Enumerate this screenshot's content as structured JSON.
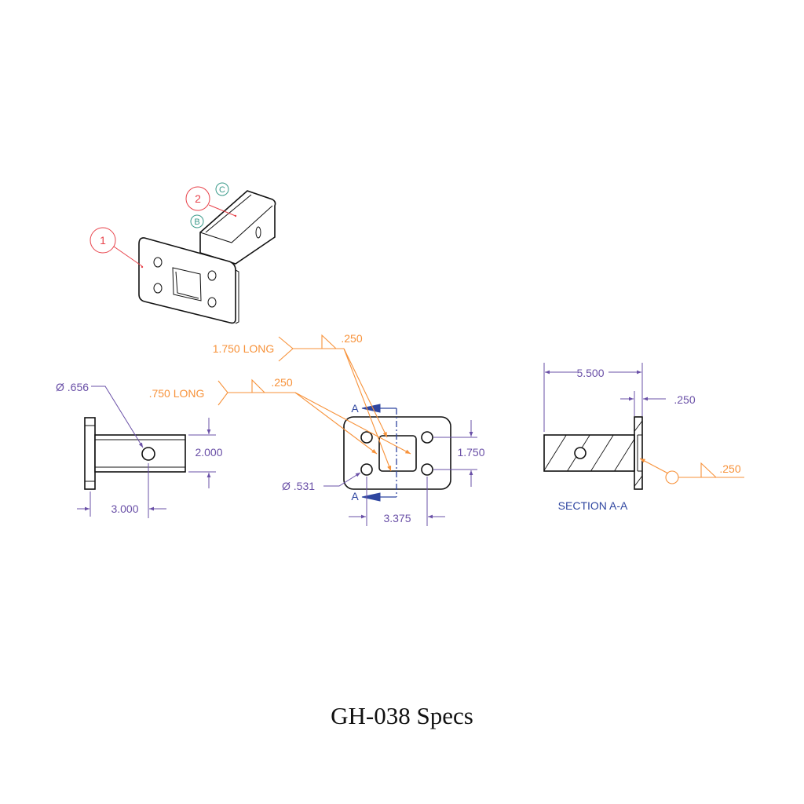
{
  "title": "GH-038 Specs",
  "isometric_view": {
    "balloons": [
      "1",
      "2"
    ],
    "datum_refs": [
      "C",
      "B"
    ]
  },
  "side_view": {
    "hole_diameter": "Ø .656",
    "height_dim": "2.000",
    "hole_offset_dim": "3.000"
  },
  "front_view": {
    "hole_diameter": "Ø .531",
    "hole_vertical_spacing": "1.750",
    "hole_horizontal_spacing": "3.375",
    "section_labels": [
      "A",
      "A"
    ]
  },
  "welds": [
    {
      "length": "1.750 LONG",
      "size": ".250"
    },
    {
      "length": ".750 LONG",
      "size": ".250"
    },
    {
      "size": ".250"
    }
  ],
  "section_view": {
    "label": "SECTION A-A",
    "length_dim": "5.500",
    "plate_thickness_dim": ".250"
  },
  "colors": {
    "dimension": "#6a50a7",
    "weld": "#f7923a",
    "section": "#2f46a0",
    "balloon": "#e8434b",
    "datum": "#3a9a8a"
  }
}
